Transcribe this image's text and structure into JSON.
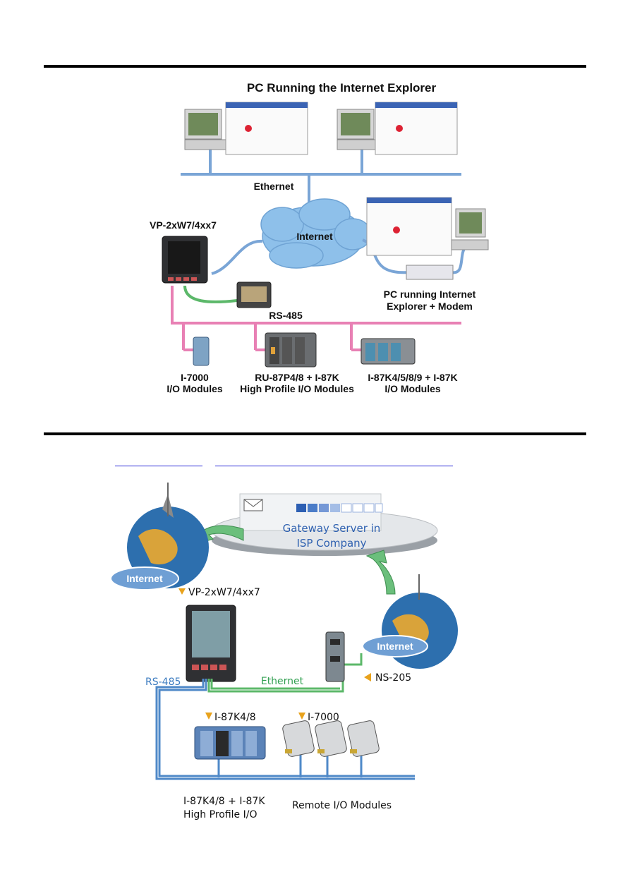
{
  "diagram1": {
    "title": "PC Running the Internet Explorer",
    "ethernet_label": "Ethernet",
    "internet_label": "Internet",
    "vp_label": "VP-2xW7/4xx7",
    "pc_modem_label": [
      "PC running Internet",
      "Explorer + Modem"
    ],
    "rs485_label": "RS-485",
    "module_labels": [
      [
        "I-7000",
        "I/O Modules"
      ],
      [
        "RU-87P4/8 + I-87K",
        "High Profile I/O Modules"
      ],
      [
        "I-87K4/5/8/9 + I-87K",
        "I/O Modules"
      ]
    ]
  },
  "diagram2": {
    "gateway_label": [
      "Gateway Server in",
      "ISP Company"
    ],
    "internet_label_left": "Internet",
    "internet_label_right": "Internet",
    "vp_label": "VP-2xW7/4xx7",
    "rs485_label": "RS-485",
    "ethernet_label": "Ethernet",
    "ns_label": "NS-205",
    "i87k_label": "I-87K4/8",
    "i7000_label": "I-7000",
    "bottom_left_label": [
      "I-87K4/8 + I-87K",
      "High Profile I/O"
    ],
    "bottom_right_label": "Remote I/O Modules"
  },
  "colors": {
    "ethernet_blue": "#7aa5d6",
    "rs485_pink": "#e880b4",
    "green_link": "#5cb86a",
    "cloud": "#8ec0ea",
    "arrow_orange": "#e8a21c"
  }
}
